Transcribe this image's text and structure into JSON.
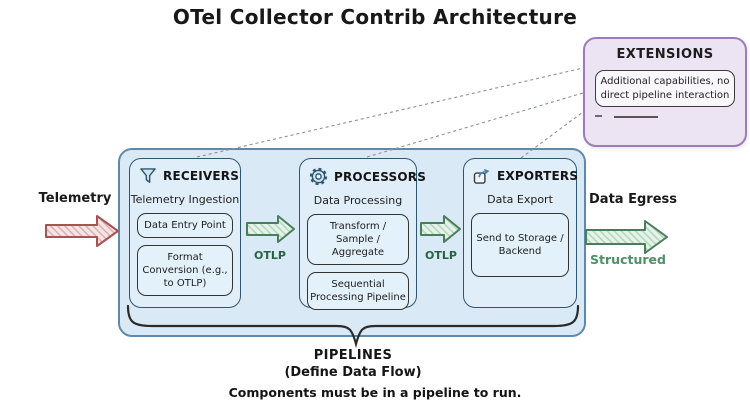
{
  "title": "OTel Collector Contrib Architecture",
  "extensions": {
    "title": "EXTENSIONS",
    "note": "Additional capabilities, no direct pipeline interaction"
  },
  "pipeline": {
    "receivers": {
      "title": "RECEIVERS",
      "subtitle": "Telemetry Ingestion",
      "icon": "funnel-icon",
      "items": [
        "Data Entry Point",
        "Format Conversion (e.g., to OTLP)"
      ]
    },
    "processors": {
      "title": "PROCESSORS",
      "subtitle": "Data Processing",
      "icon": "gear-icon",
      "items": [
        "Transform / Sample / Aggregate",
        "Sequential Processing Pipeline"
      ]
    },
    "exporters": {
      "title": "EXPORTERS",
      "subtitle": "Data Export",
      "icon": "export-icon",
      "items": [
        "Send to Storage / Backend"
      ]
    }
  },
  "flow": {
    "ingress_label": "Telemetry",
    "otlp_labels": [
      "OTLP",
      "OTLP"
    ],
    "egress_label": "Data Egress",
    "egress_sublabel": "Structured"
  },
  "footer": {
    "brace_title": "PIPELINES",
    "brace_subtitle": "(Define Data Flow)",
    "note": "Components must be in a pipeline to run."
  },
  "colors": {
    "container_fill": "#d9e9f5",
    "container_border": "#5e89ab",
    "component_fill": "#e0eefa",
    "component_border": "#2f566e",
    "extensions_fill": "#ece4f3",
    "extensions_border": "#9c7db9",
    "ingress_arrow_stroke": "#a65353",
    "ingress_arrow_fill": "#f6e5e5",
    "green_arrow_stroke": "#4a7e5b",
    "green_arrow_fill": "#e6f3e9",
    "otlp_text": "#2a5f44",
    "structured_text": "#4d9065"
  }
}
